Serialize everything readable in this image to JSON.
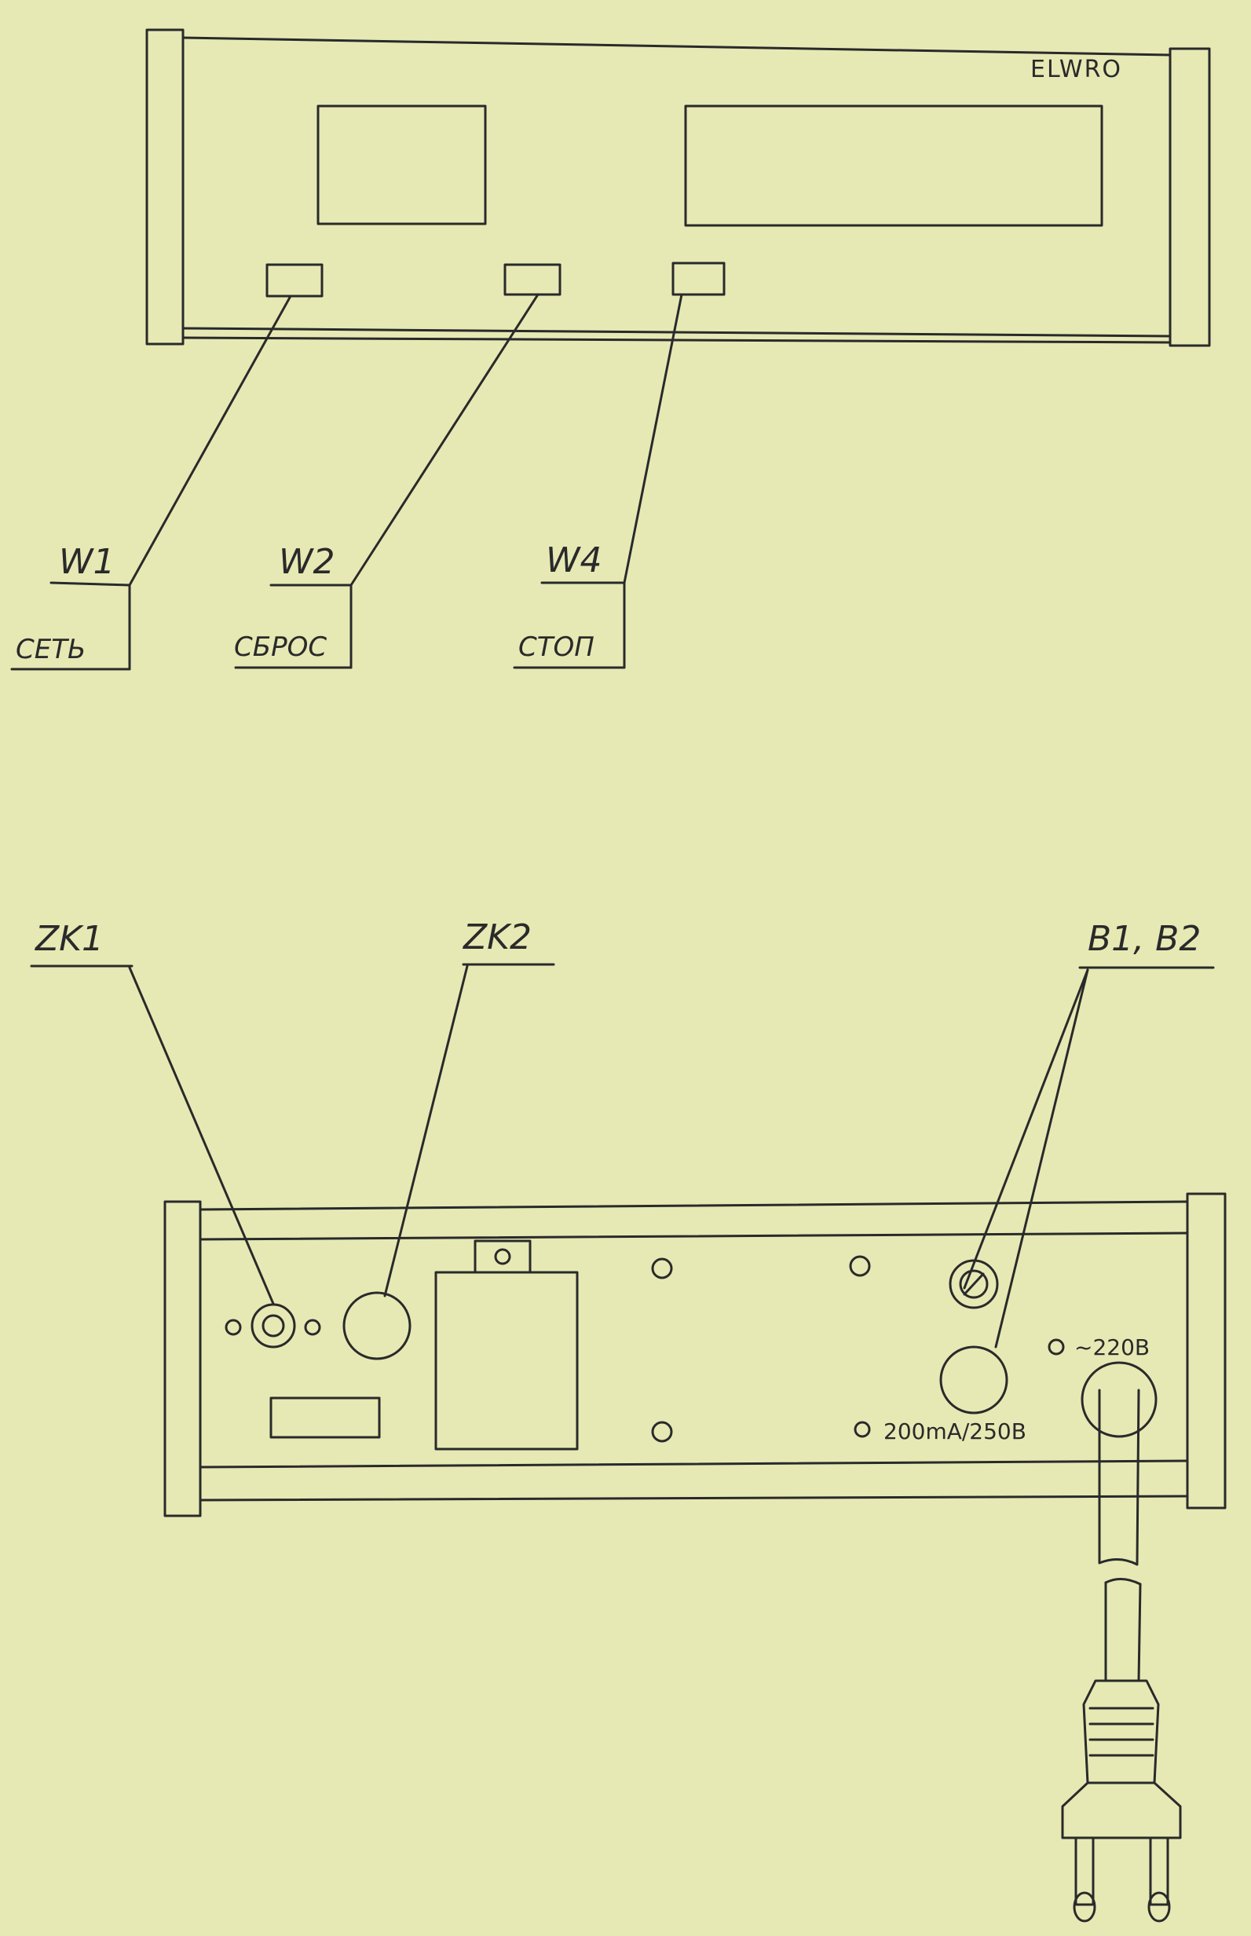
{
  "front_panel": {
    "brand": "ELWRO",
    "buttons": [
      {
        "code": "W1",
        "label": "СЕТЬ"
      },
      {
        "code": "W2",
        "label": "СБРОС"
      },
      {
        "code": "W4",
        "label": "СТОП"
      }
    ]
  },
  "rear_panel": {
    "labels": {
      "zk1": "ZK1",
      "zk2": "ZK2",
      "b1b2": "B1, B2"
    },
    "mains_label": "~220B",
    "fuse_label": "200mA/250B"
  },
  "colors": {
    "paper": "#e6e9b4",
    "ink": "#2a2a2a"
  }
}
